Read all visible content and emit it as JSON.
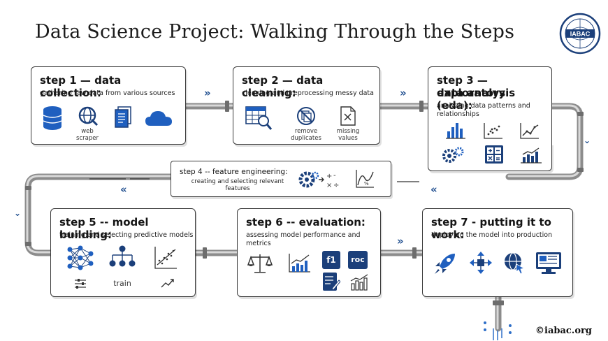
{
  "header": {
    "title": "Data Science Project: Walking Through the Steps",
    "logo_text": "IABAC"
  },
  "steps": [
    {
      "title": "step 1 — data collection:",
      "desc": "gathering raw data from various sources",
      "icons": [
        {
          "name": "database-icon",
          "label": ""
        },
        {
          "name": "globe-icon",
          "label": "web scraper"
        },
        {
          "name": "document-icon",
          "label": ""
        },
        {
          "name": "cloud-icon",
          "label": ""
        }
      ]
    },
    {
      "title": "step 2 — data cleaning:",
      "desc": "cleaning and preprocessing messy data",
      "icons": [
        {
          "name": "table-magnifier-icon",
          "label": ""
        },
        {
          "name": "remove-duplicates-icon",
          "label": "remove duplicates"
        },
        {
          "name": "missing-values-icon",
          "label": "missing values"
        }
      ]
    },
    {
      "title_line1": "step 3 — exploratory",
      "title_line2": "data analysis (eda):",
      "desc": "analyzing data patterns and relationships",
      "icons": [
        {
          "name": "bar-chart-icon",
          "label": ""
        },
        {
          "name": "scatter-plot-icon",
          "label": ""
        },
        {
          "name": "line-chart-icon",
          "label": ""
        },
        {
          "name": "gears-icon",
          "label": ""
        },
        {
          "name": "calculator-icon",
          "label": ""
        },
        {
          "name": "growth-chart-icon",
          "label": ""
        }
      ]
    },
    {
      "title": "step 4 -- feature engineering:",
      "desc_line1": "creating and selecting relevant",
      "desc_line2": "features",
      "icons": [
        {
          "name": "gear-math-icon",
          "label": ""
        },
        {
          "name": "function-chart-icon",
          "label": ""
        }
      ]
    },
    {
      "title": "step 5 -- model building:",
      "desc": "training and selecting predictive models",
      "icons": [
        {
          "name": "neural-network-icon",
          "label": ""
        },
        {
          "name": "tree-icon",
          "label": "train"
        },
        {
          "name": "regression-plot-icon",
          "label": ""
        },
        {
          "name": "sliders-icon",
          "label": ""
        },
        {
          "name": "trend-icon",
          "label": ""
        }
      ]
    },
    {
      "title": "step 6 -- evaluation:",
      "desc_line1": "assessing model performance and",
      "desc_line2": "metrics",
      "icons": [
        {
          "name": "scales-icon",
          "label": ""
        },
        {
          "name": "chart-growth-icon",
          "label": ""
        },
        {
          "name": "f1-icon",
          "label": "f1"
        },
        {
          "name": "roc-icon",
          "label": "roc"
        },
        {
          "name": "report-icon",
          "label": ""
        },
        {
          "name": "bar-growth-icon",
          "label": ""
        }
      ]
    },
    {
      "title": "step 7  - putting it to work:",
      "desc": "deploying the model into production",
      "icons": [
        {
          "name": "rocket-icon",
          "label": ""
        },
        {
          "name": "network-arrows-icon",
          "label": ""
        },
        {
          "name": "globe-cursor-icon",
          "label": ""
        },
        {
          "name": "monitor-icon",
          "label": ""
        }
      ]
    }
  ],
  "arrows": {
    "right": "»",
    "left": "«"
  },
  "footer": {
    "credit": "©iabac.org"
  },
  "colors": {
    "accent": "#1f5fbf",
    "dark": "#1b3f7a",
    "pipe": "#9a9a9a"
  }
}
